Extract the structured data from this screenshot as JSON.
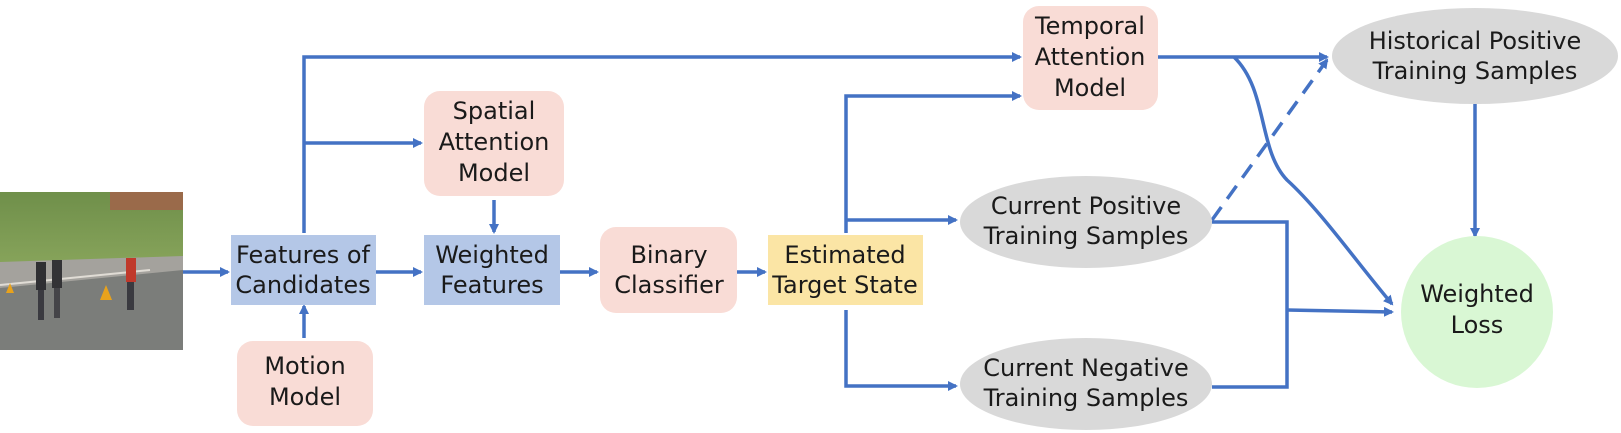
{
  "colors": {
    "arrow": "#4472c4",
    "pink_box": "#f9dcd6",
    "blue_box": "#b4c7e7",
    "yellow_box": "#fbe5a5",
    "gray_ellipse": "#d9d9d9",
    "green_circle": "#d9f7d4"
  },
  "nodes": {
    "features_of_candidates": [
      "Features of",
      "Candidates"
    ],
    "spatial_attention": [
      "Spatial",
      "Attention",
      "Model"
    ],
    "weighted_features": [
      "Weighted",
      "Features"
    ],
    "motion_model": [
      "Motion",
      "Model"
    ],
    "binary_classifier": [
      "Binary",
      "Classifier"
    ],
    "estimated_target_state": [
      "Estimated",
      "Target State"
    ],
    "temporal_attention": [
      "Temporal",
      "Attention",
      "Model"
    ],
    "current_positive": [
      "Current Positive",
      "Training Samples"
    ],
    "current_negative": [
      "Current Negative",
      "Training Samples"
    ],
    "historical_positive": [
      "Historical Positive",
      "Training Samples"
    ],
    "weighted_loss": [
      "Weighted",
      "Loss"
    ]
  }
}
